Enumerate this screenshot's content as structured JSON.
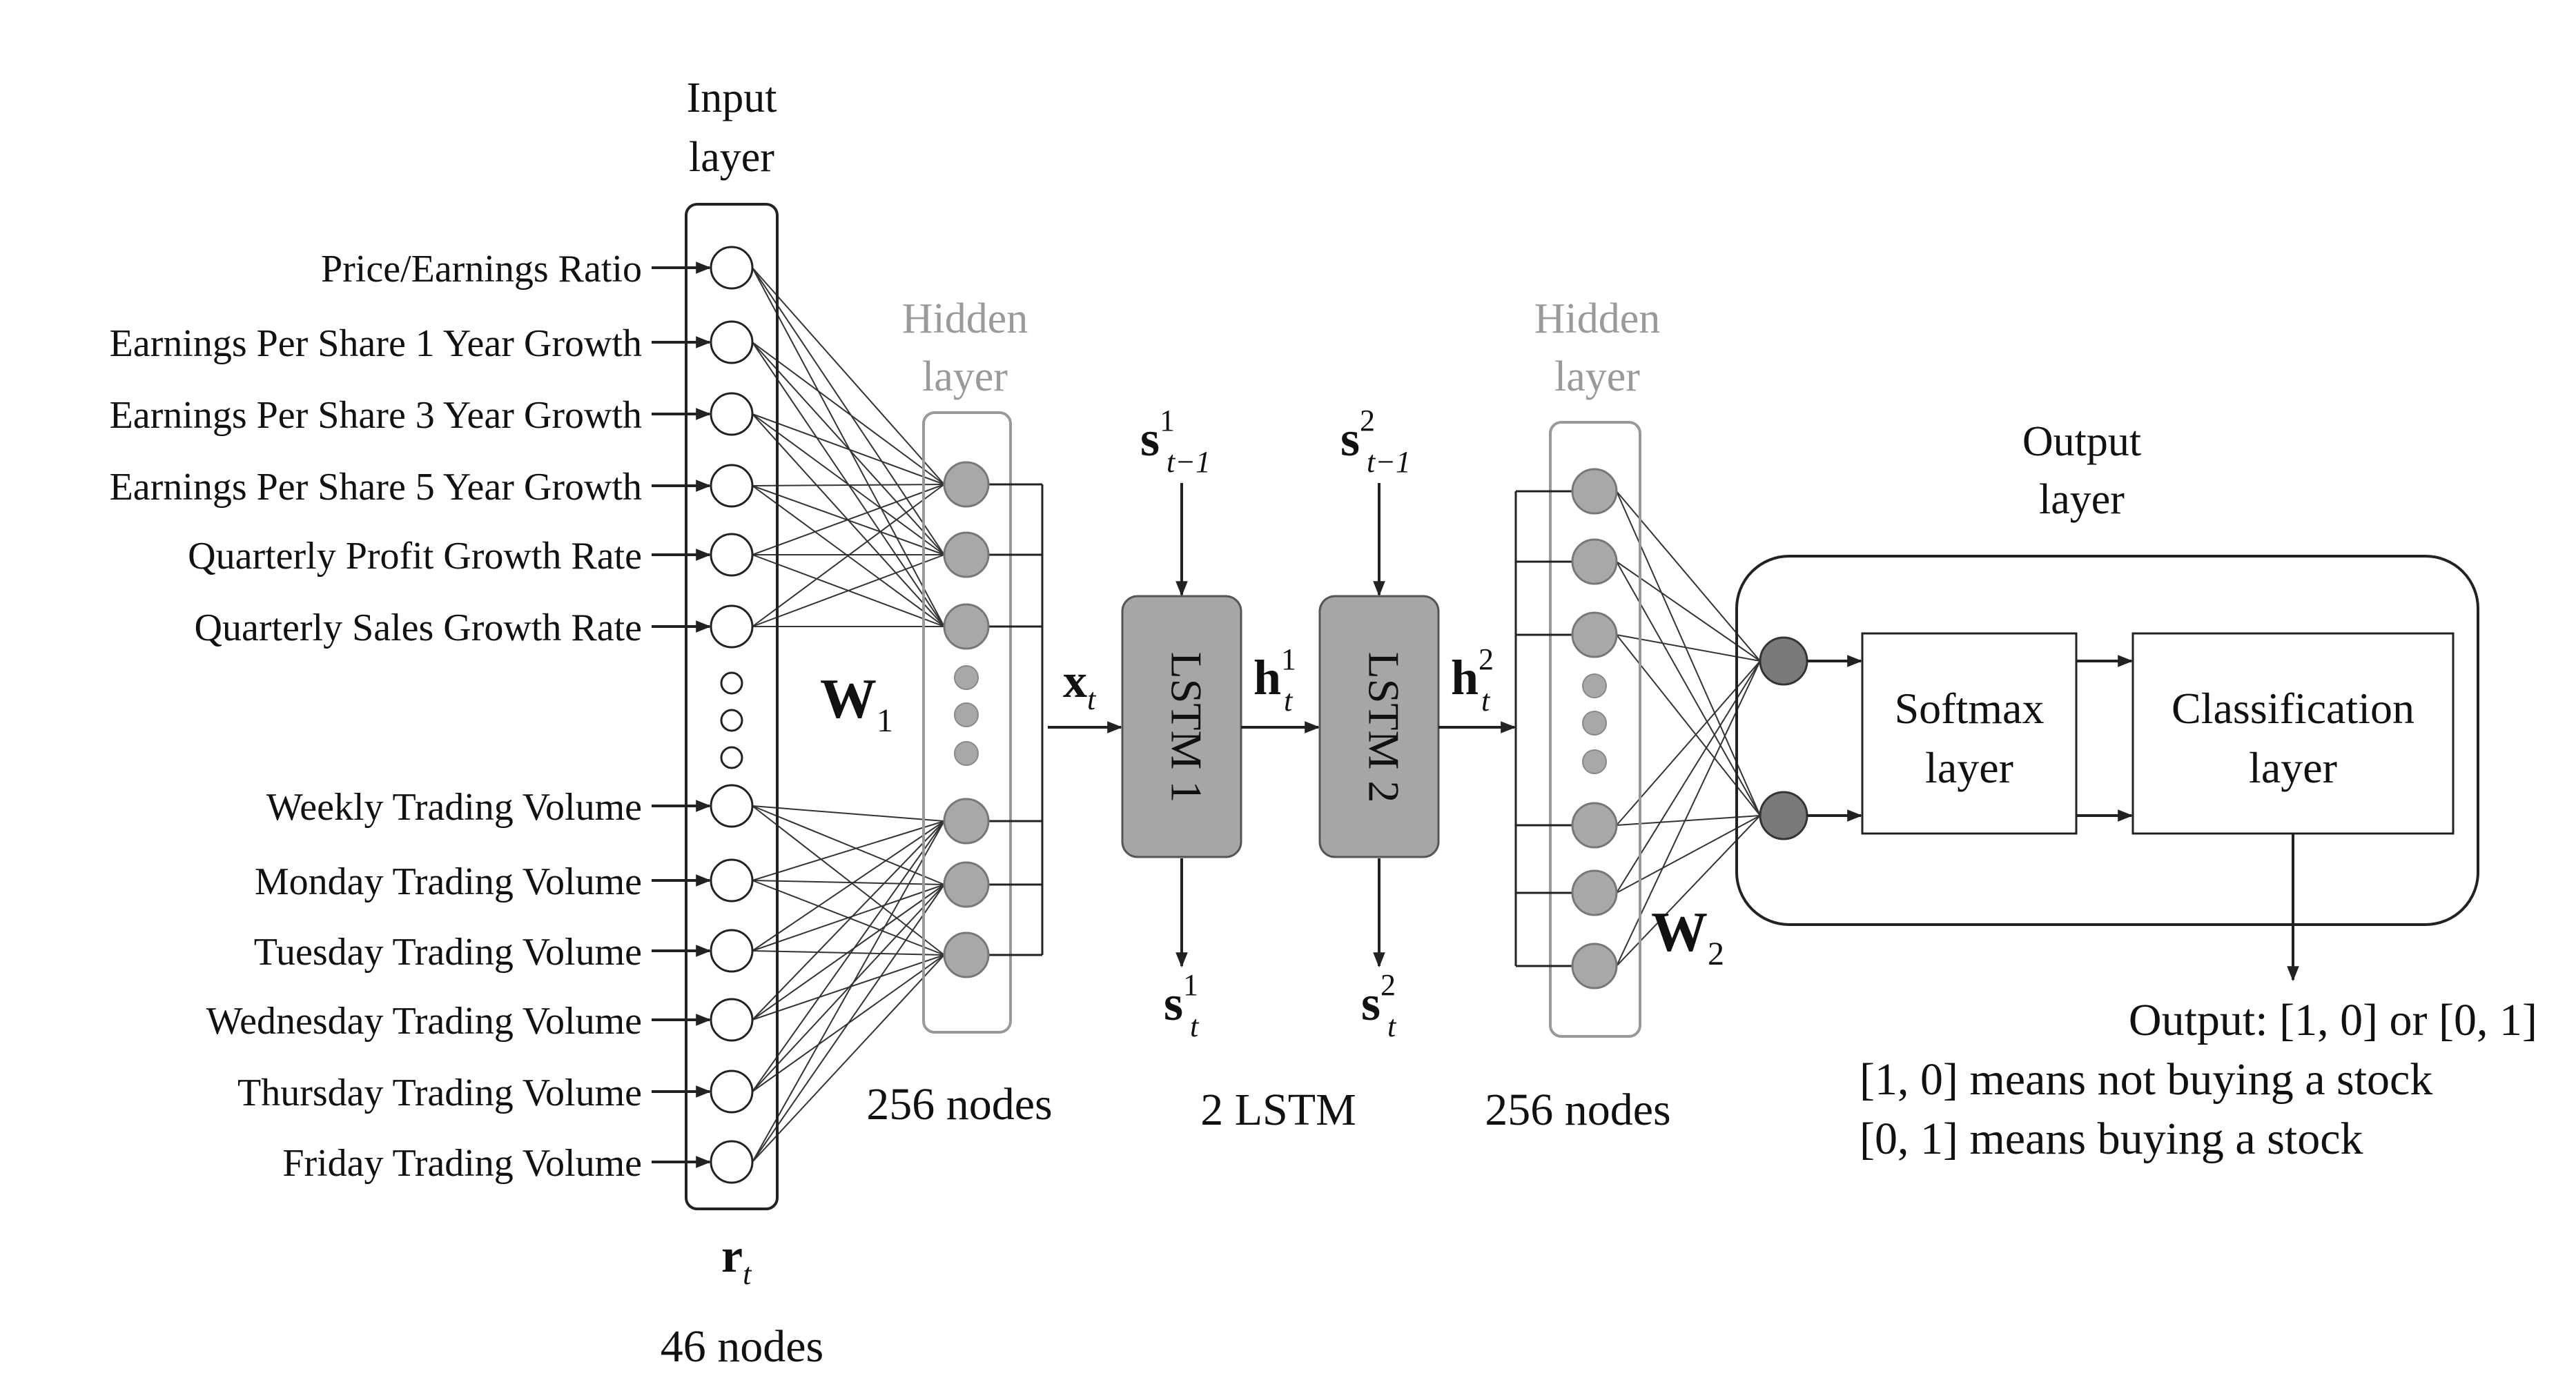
{
  "input_layer": {
    "title_line1": "Input",
    "title_line2": "layer",
    "features_top": [
      "Price/Earnings Ratio",
      "Earnings Per Share 1 Year Growth",
      "Earnings Per Share 3 Year Growth",
      "Earnings Per Share 5 Year Growth",
      "Quarterly Profit Growth Rate",
      "Quarterly Sales Growth Rate"
    ],
    "features_bottom": [
      "Weekly Trading Volume",
      "Monday Trading Volume",
      "Tuesday Trading Volume",
      "Wednesday Trading Volume",
      "Thursday Trading Volume",
      "Friday Trading Volume"
    ],
    "vector_symbol": "r",
    "vector_subscript": "t",
    "node_count": "46 nodes"
  },
  "weights_1": {
    "symbol": "W",
    "subscript": "1"
  },
  "hidden_layer_1": {
    "title_line1": "Hidden",
    "title_line2": "layer",
    "node_count": "256 nodes"
  },
  "x_t": {
    "symbol": "x",
    "subscript": "t"
  },
  "lstm_1": {
    "label": "LSTM 1",
    "state_in": {
      "symbol": "s",
      "sup": "1",
      "sub": "t−1"
    },
    "state_out": {
      "symbol": "s",
      "sup": "1",
      "sub": "t"
    },
    "hidden_out": {
      "symbol": "h",
      "sup": "1",
      "sub": "t"
    }
  },
  "lstm_2": {
    "label": "LSTM 2",
    "state_in": {
      "symbol": "s",
      "sup": "2",
      "sub": "t−1"
    },
    "state_out": {
      "symbol": "s",
      "sup": "2",
      "sub": "t"
    },
    "hidden_out": {
      "symbol": "h",
      "sup": "2",
      "sub": "t"
    }
  },
  "lstm_count": "2 LSTM",
  "hidden_layer_2": {
    "title_line1": "Hidden",
    "title_line2": "layer",
    "node_count": "256 nodes"
  },
  "weights_2": {
    "symbol": "W",
    "subscript": "2"
  },
  "output_layer": {
    "title_line1": "Output",
    "title_line2": "layer",
    "softmax_line1": "Softmax",
    "softmax_line2": "layer",
    "classification_line1": "Classification",
    "classification_line2": "layer"
  },
  "output_text": {
    "line1": "Output: [1, 0] or [0, 1]",
    "line2": "[1, 0] means not buying a stock",
    "line3": "[0, 1] means buying a stock"
  },
  "colors": {
    "hidden_title": "#9a9a9a",
    "hidden_node_fill": "#a8a8a8",
    "lstm_fill": "#a6a6a6",
    "output_node_fill": "#7a7a7a",
    "stroke": "#222222"
  }
}
